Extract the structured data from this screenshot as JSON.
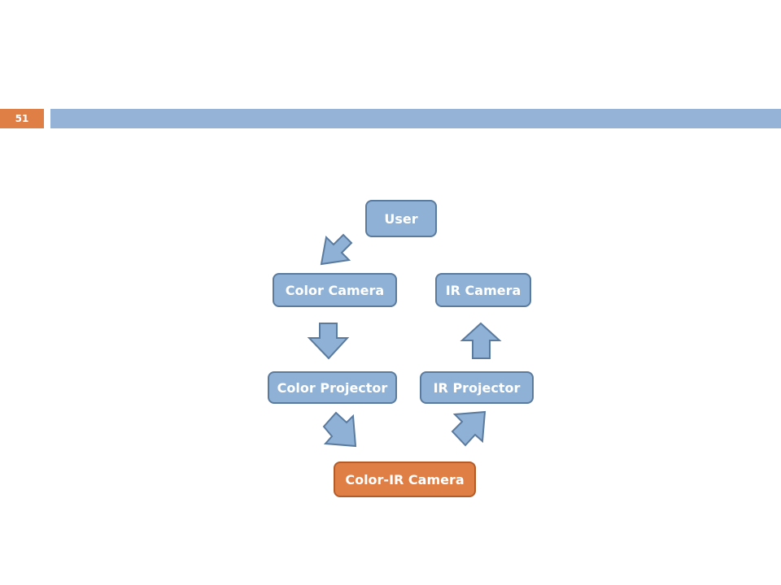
{
  "slide": {
    "number": "51"
  },
  "diagram": {
    "nodes": {
      "user": "User",
      "color_camera": "Color Camera",
      "ir_camera": "IR Camera",
      "color_projector": "Color Projector",
      "ir_projector": "IR Projector",
      "color_ir_camera": "Color-IR Camera"
    },
    "colors": {
      "node_fill": "#8fb1d6",
      "node_border": "#5a7a9e",
      "accent_fill": "#e07f45",
      "header_bar": "#95b3d7"
    }
  }
}
